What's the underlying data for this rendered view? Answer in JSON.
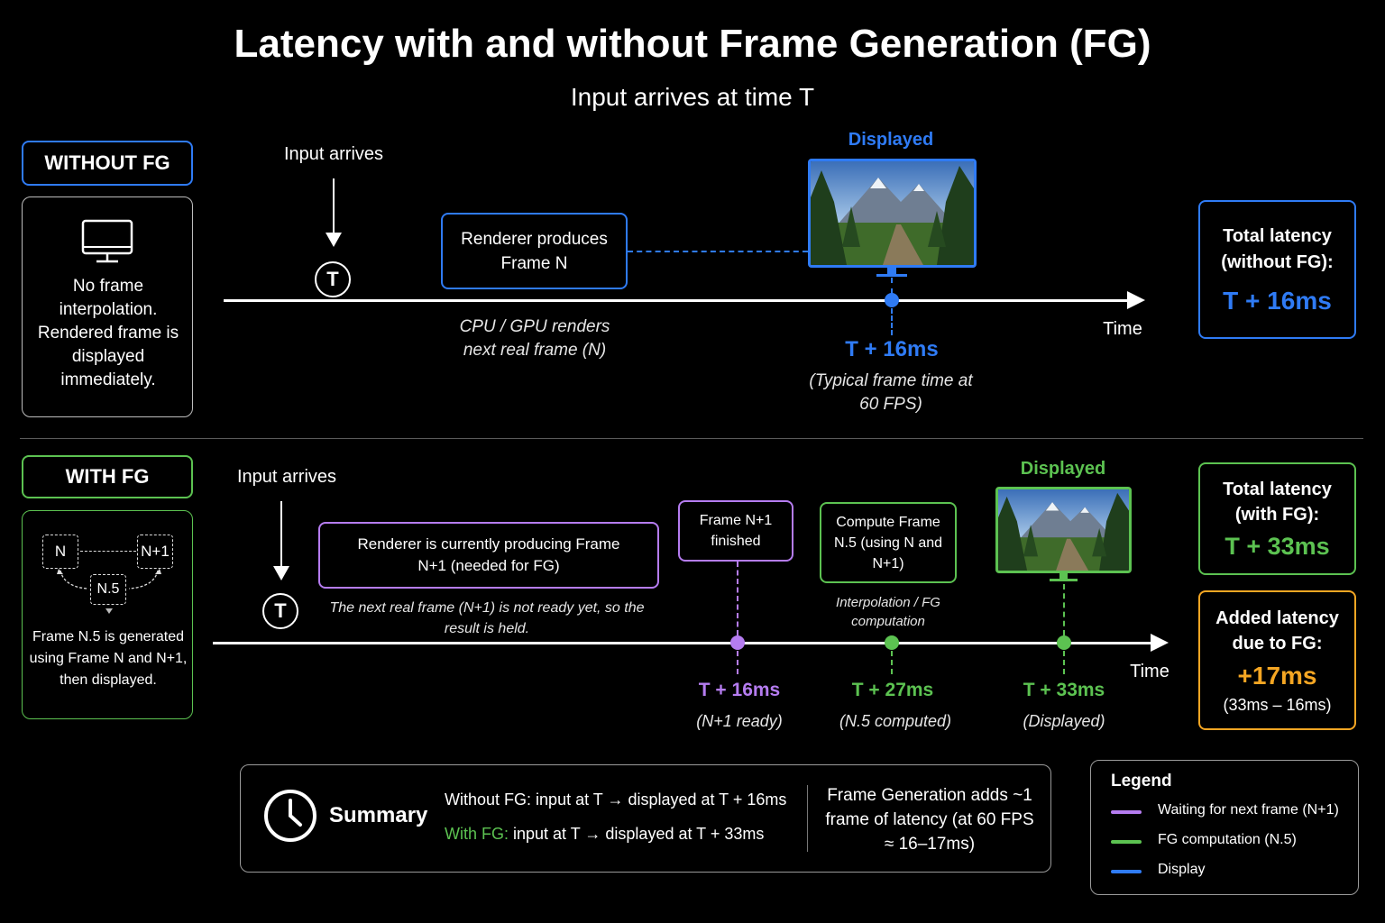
{
  "title": "Latency with and without Frame Generation (FG)",
  "subtitle": "Input arrives at time T",
  "without": {
    "tag": "WITHOUT FG",
    "side_text": "No frame interpolation. Rendered frame is displayed immediately.",
    "input_label": "Input arrives",
    "t_marker": "T",
    "renderer_box": "Renderer produces Frame N",
    "renderer_note": "CPU / GPU renders next real frame (N)",
    "displayed_label": "Displayed",
    "display_time": "T + 16ms",
    "display_note": "(Typical frame time at 60 FPS)",
    "time_label": "Time",
    "total_title": "Total latency (without FG):",
    "total_value": "T + 16ms"
  },
  "with": {
    "tag": "WITH FG",
    "diagram_n": "N",
    "diagram_n1": "N+1",
    "diagram_n5": "N.5",
    "side_text": "Frame N.5 is generated using Frame N and N+1, then displayed.",
    "input_label": "Input arrives",
    "t_marker": "T",
    "renderer_box": "Renderer is currently producing Frame N+1 (needed for FG)",
    "renderer_note": "The next real frame (N+1) is not ready yet, so the result is held.",
    "n1_box": "Frame N+1 finished",
    "compute_box": "Compute Frame N.5 (using N and N+1)",
    "compute_note": "Interpolation / FG computation",
    "displayed_label": "Displayed",
    "time_label": "Time",
    "m1_time": "T + 16ms",
    "m1_note": "(N+1 ready)",
    "m2_time": "T + 27ms",
    "m2_note": "(N.5 computed)",
    "m3_time": "T + 33ms",
    "m3_note": "(Displayed)",
    "total_title": "Total latency (with FG):",
    "total_value": "T + 33ms",
    "added_title": "Added latency due to FG:",
    "added_value": "+17ms",
    "added_note": "(33ms – 16ms)"
  },
  "summary": {
    "label": "Summary",
    "line1_prefix": "Without FG:",
    "line1_rest": "input at T → displayed at T + 16ms",
    "line2_prefix": "With FG:",
    "line2_rest": "input at T → displayed at T + 33ms",
    "right_text": "Frame Generation adds ~1 frame of latency (at 60 FPS ≈ 16–17ms)"
  },
  "legend": {
    "title": "Legend",
    "items": [
      {
        "label": "Waiting for next frame (N+1)",
        "color": "#b57cf0"
      },
      {
        "label": "FG computation (N.5)",
        "color": "#5cc251"
      },
      {
        "label": "Display",
        "color": "#2f7bf5"
      }
    ]
  },
  "colors": {
    "blue": "#2f7bf5",
    "green": "#5cc251",
    "purple": "#b57cf0",
    "orange": "#f5a623"
  }
}
